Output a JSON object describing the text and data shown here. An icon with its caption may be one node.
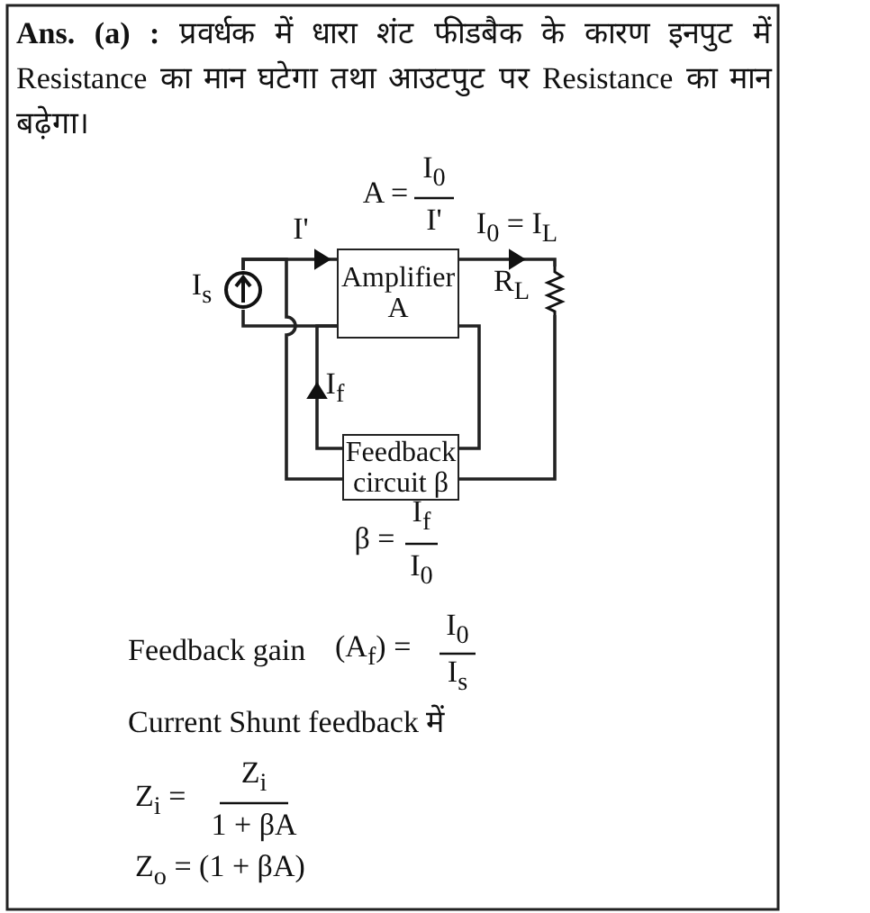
{
  "diagram": {
    "title": "**Ans. (a) :** प्रवर्धक में धारा शंट फीडबैक के कारण इनपुट में Resistance का मान घटेगा तथा आउटपुट पर Resistance का मान बढ़ेगा।",
    "nodes": [
      {
        "text": [
          "Amplifier A"
        ]
      },
      {
        "text": [
          "Feedback circuit β"
        ]
      },
      {
        "text": [],
        "shape": "circle",
        "beside": [
          "I$_{s}$"
        ]
      },
      {
        "text": [],
        "shape": "resistor",
        "beside": [
          "R$_{L}$"
        ]
      }
    ],
    "edges": [
      {
        "from": 2,
        "to": 0,
        "arrow": "to",
        "label": "I'"
      },
      {
        "from": 0,
        "to": 3,
        "arrow": "to",
        "label": "I$_{0}$ = I$_{L}$"
      },
      {
        "from": 2,
        "to": 0,
        "arrow": "none"
      },
      {
        "from": 1,
        "to": 0,
        "arrow": "to",
        "label": "I$_{f}$"
      },
      {
        "from": 2,
        "to": 1,
        "arrow": "none"
      },
      {
        "from": 0,
        "to": 1,
        "arrow": "none"
      },
      {
        "from": 3,
        "to": 1,
        "arrow": "none"
      }
    ],
    "labels": [
      "A =",
      "I$_{0}$",
      "I'",
      "β =",
      "I$_{f}$",
      "I$_{0}$",
      "Feedback gain",
      "(A$_{f}$) =",
      "I$_{0}$",
      "I$_{s}$",
      "Current Shunt feedback में",
      "Z$_{i}$ =",
      "Z$_{i}$",
      "1 + βA",
      "Z$_{o}$ = (1 + βA)"
    ]
  }
}
